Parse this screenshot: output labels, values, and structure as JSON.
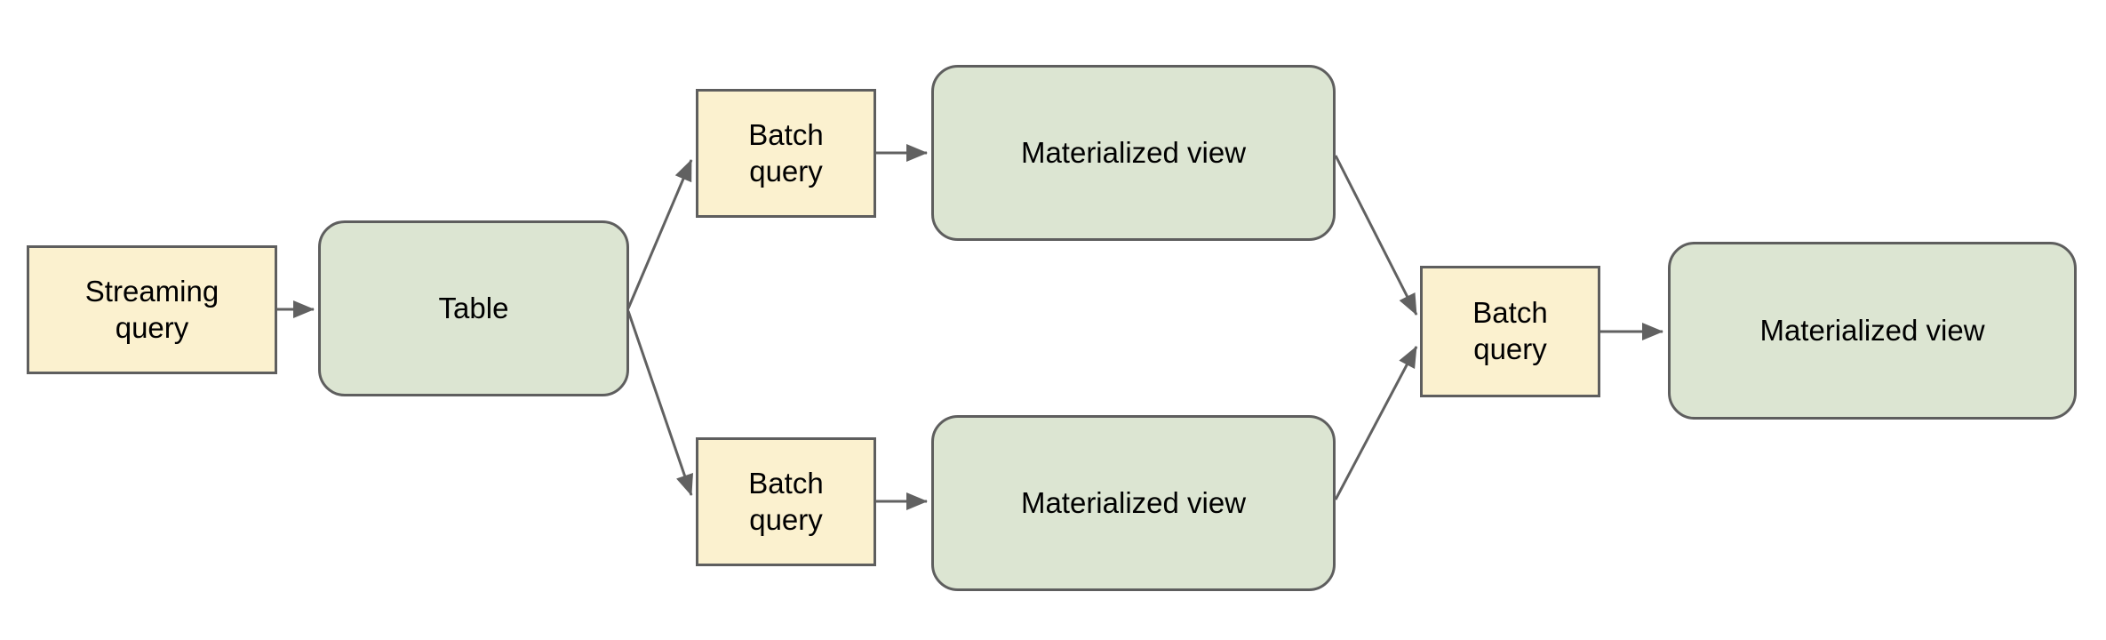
{
  "diagram": {
    "description": "Streaming and batch query materialization flow diagram",
    "colors": {
      "query_fill": "#FBF1CF",
      "entity_fill": "#DCE5D2",
      "node_border": "#5E5E5E",
      "arrow": "#616161",
      "text": "#000000",
      "background": "#FFFFFF"
    },
    "nodes": {
      "streaming_query": {
        "label": "Streaming query",
        "kind": "query",
        "shape": "rectangle"
      },
      "table": {
        "label": "Table",
        "kind": "entity",
        "shape": "rounded-rectangle"
      },
      "batch_query_top": {
        "label": "Batch query",
        "kind": "query",
        "shape": "rectangle"
      },
      "materialized_view_top": {
        "label": "Materialized view",
        "kind": "entity",
        "shape": "rounded-rectangle"
      },
      "batch_query_bottom": {
        "label": "Batch query",
        "kind": "query",
        "shape": "rectangle"
      },
      "materialized_view_bottom": {
        "label": "Materialized view",
        "kind": "entity",
        "shape": "rounded-rectangle"
      },
      "batch_query_right": {
        "label": "Batch query",
        "kind": "query",
        "shape": "rectangle"
      },
      "materialized_view_right": {
        "label": "Materialized view",
        "kind": "entity",
        "shape": "rounded-rectangle"
      }
    },
    "edges": [
      {
        "from": "streaming_query",
        "to": "table"
      },
      {
        "from": "table",
        "to": "batch_query_top"
      },
      {
        "from": "table",
        "to": "batch_query_bottom"
      },
      {
        "from": "batch_query_top",
        "to": "materialized_view_top"
      },
      {
        "from": "batch_query_bottom",
        "to": "materialized_view_bottom"
      },
      {
        "from": "materialized_view_top",
        "to": "batch_query_right"
      },
      {
        "from": "materialized_view_bottom",
        "to": "batch_query_right"
      },
      {
        "from": "batch_query_right",
        "to": "materialized_view_right"
      }
    ]
  }
}
